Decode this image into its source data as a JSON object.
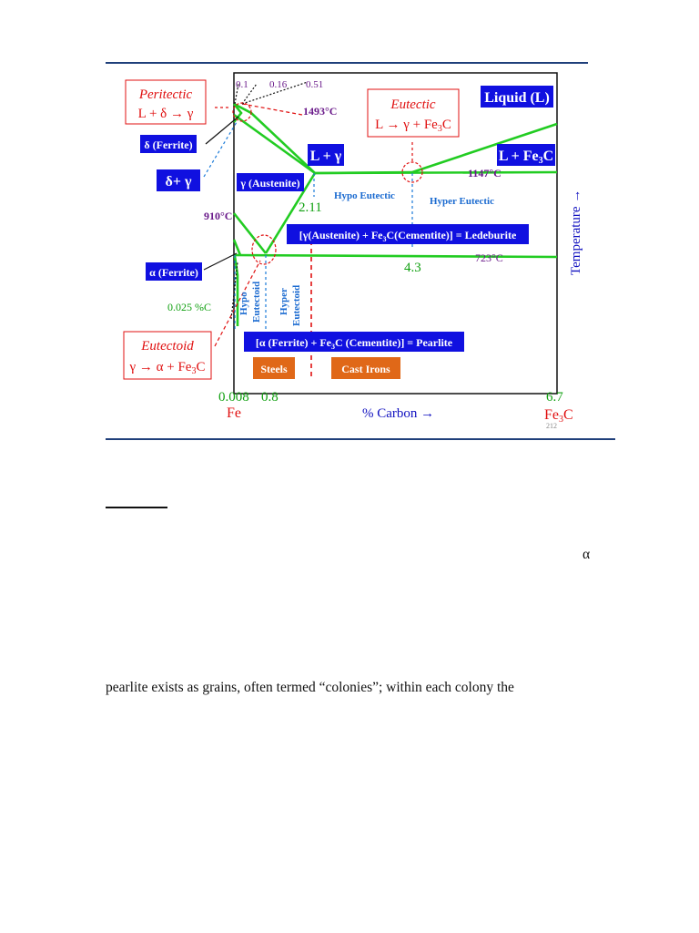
{
  "diagram": {
    "top_ticks": [
      "0.1",
      "0.16",
      "0.51"
    ],
    "peritectic": {
      "title": "Peritectic",
      "reaction": "L + δ → γ"
    },
    "eutectic": {
      "title": "Eutectic",
      "reaction_prefix": "L → γ + Fe",
      "sub": "3",
      "reaction_suffix": "C"
    },
    "eutectoid": {
      "title": "Eutectoid",
      "reaction_prefix": "γ → α + Fe",
      "sub": "3",
      "reaction_suffix": "C"
    },
    "temp_1493": "1493°C",
    "temp_1147": "1147°C",
    "temp_910": "910°C",
    "temp_723": "723°C",
    "phase_liquid": "Liquid (L)",
    "phase_delta_ferrite": "δ (Ferrite)",
    "phase_delta_gamma": "δ+ γ",
    "phase_l_gamma": "L + γ",
    "phase_l_fe3c_prefix": "L + Fe",
    "phase_l_fe3c_sub": "3",
    "phase_l_fe3c_suffix": "C",
    "phase_austenite": "γ (Austenite)",
    "phase_alpha_ferrite": "α (Ferrite)",
    "val_2_11": "2.11",
    "val_4_3": "4.3",
    "val_0_025": "0.025 %C",
    "hypo_eutectic": "Hypo Eutectic",
    "hyper_eutectic": "Hyper Eutectic",
    "hypo_eutectoid_1": "Hypo",
    "hypo_eutectoid_2": "Eutectoid",
    "hyper_eutectoid_1": "Hyper",
    "hyper_eutectoid_2": "Eutectoid",
    "ledeburite_a": "[γ(Austenite) + Fe",
    "ledeburite_sub": "3",
    "ledeburite_b": "C(Cementite)] = Ledeburite",
    "pearlite_a": "[α (Ferrite) + Fe",
    "pearlite_sub": "3",
    "pearlite_b": "C (Cementite)] = Pearlite",
    "steels": "Steels",
    "cast_irons": "Cast Irons",
    "x_0_008": "0.008",
    "x_0_8": "0.8",
    "x_fe": "Fe",
    "x_6_7": "6.7",
    "x_fe3c_prefix": "Fe",
    "x_fe3c_sub": "3",
    "x_fe3c_suffix": "C",
    "x_axis_label": "% Carbon →",
    "y_axis_label": "Temperature →",
    "slide_number": "212",
    "colors": {
      "phase_line": "#22cc22",
      "blue_box": "#1010e0",
      "orange_box": "#e06818",
      "red_text": "#e01010",
      "purple_text": "#6a1a8a"
    }
  },
  "text": {
    "alpha_char": "α",
    "line1": "pearlite exists as grains, often termed “colonies”; within each colony the"
  }
}
